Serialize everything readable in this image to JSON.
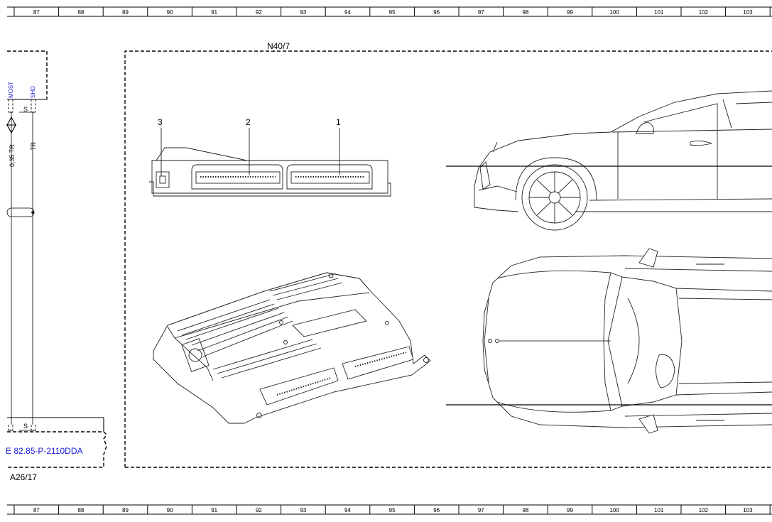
{
  "ruler": {
    "columns": [
      "87",
      "88",
      "89",
      "90",
      "91",
      "92",
      "93",
      "94",
      "95",
      "96",
      "97",
      "98",
      "99",
      "100",
      "101",
      "102",
      "103"
    ]
  },
  "component": {
    "id": "N40/7",
    "connectors": [
      "3",
      "2",
      "1"
    ]
  },
  "left_module": {
    "pin_labels": [
      "MOST",
      "SHD"
    ],
    "shield_marker_top": "S",
    "shield_marker_bottom": "S",
    "wire_left": "0,35 TR",
    "wire_right": "TR",
    "reference_link": "E 82.85-P-2110DDA",
    "bottom_id": "A26/17"
  },
  "colors": {
    "link": "#1a1adc",
    "line": "#000000"
  }
}
